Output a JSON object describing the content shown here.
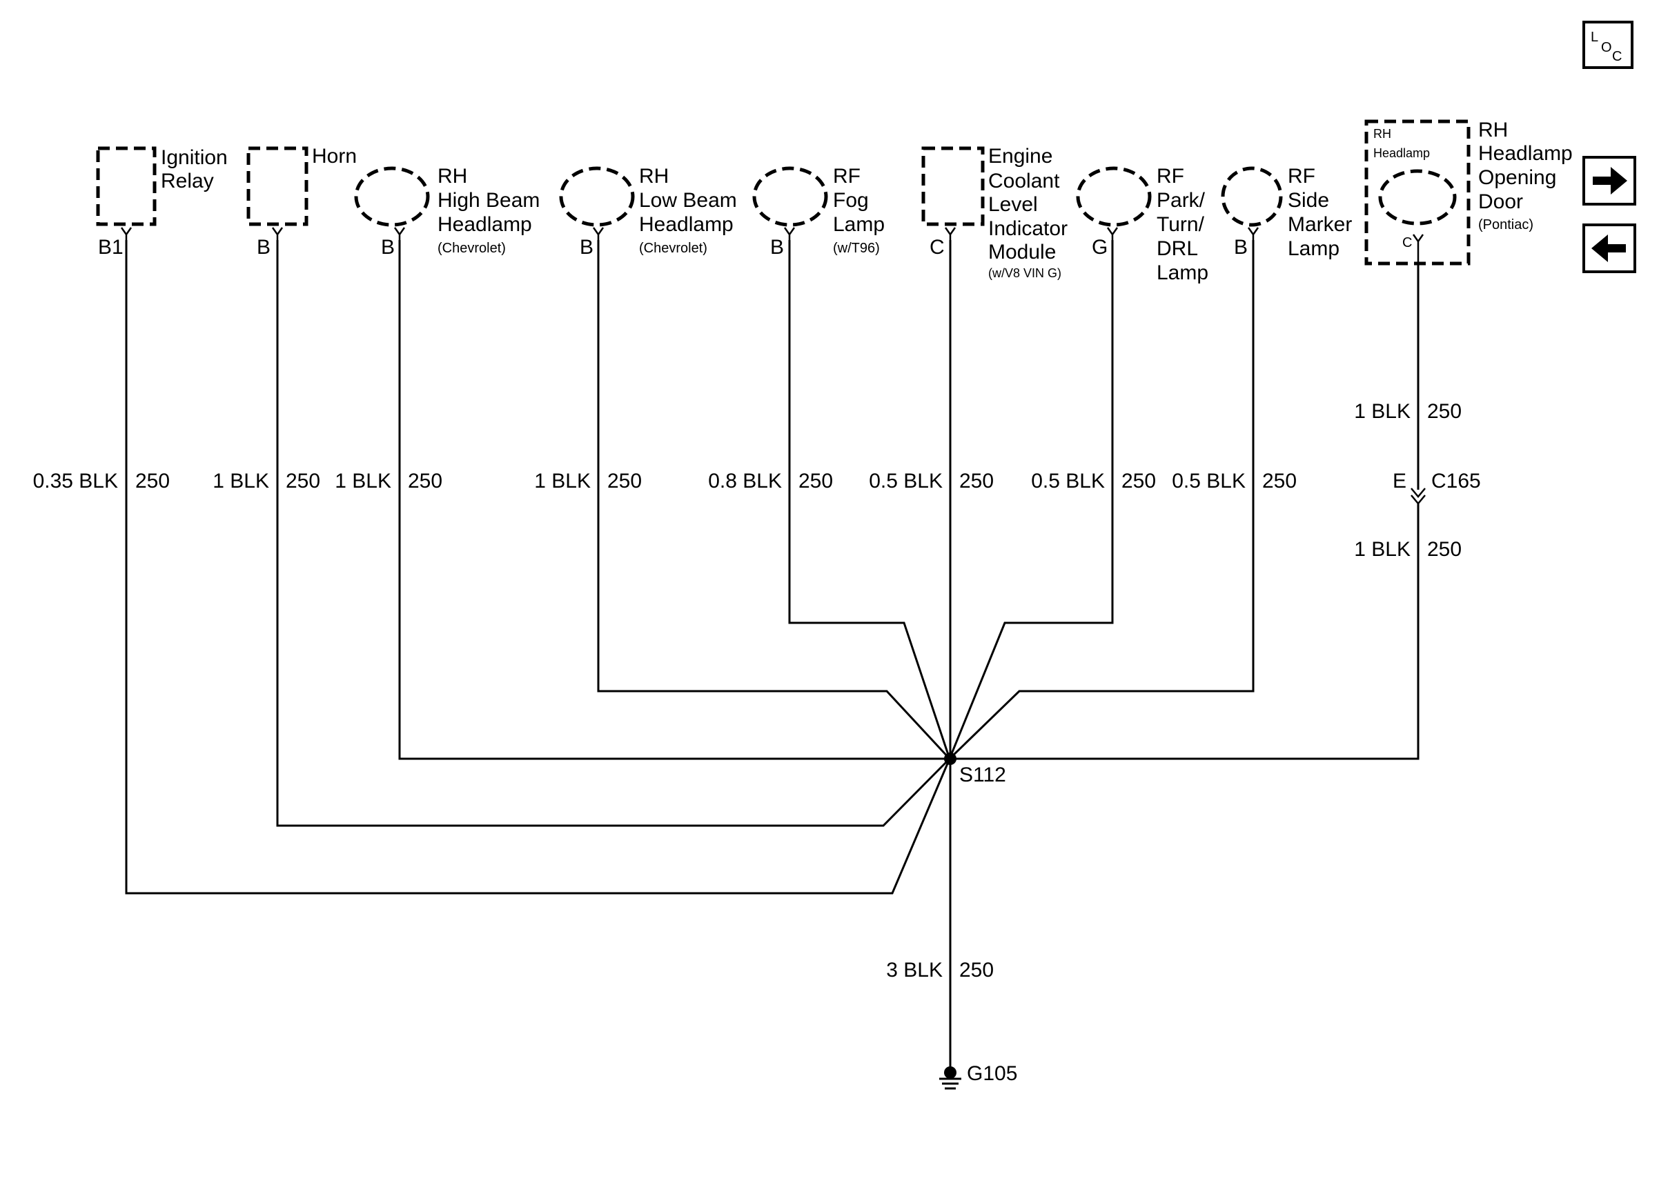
{
  "components": {
    "ignition_relay": {
      "name_l1": "Ignition",
      "name_l2": "Relay",
      "pin": "B1"
    },
    "horn": {
      "name": "Horn",
      "pin": "B"
    },
    "rh_high_beam": {
      "name_l1": "RH",
      "name_l2": "High Beam",
      "name_l3": "Headlamp",
      "note": "(Chevrolet)",
      "pin": "B"
    },
    "rh_low_beam": {
      "name_l1": "RH",
      "name_l2": "Low Beam",
      "name_l3": "Headlamp",
      "note": "(Chevrolet)",
      "pin": "B"
    },
    "rf_fog": {
      "name_l1": "RF",
      "name_l2": "Fog",
      "name_l3": "Lamp",
      "note": "(w/T96)",
      "pin": "B"
    },
    "coolant_module": {
      "name_l1": "Engine",
      "name_l2": "Coolant",
      "name_l3": "Level",
      "name_l4": "Indicator",
      "name_l5": "Module",
      "note": "(w/V8 VIN G)",
      "pin": "C"
    },
    "rf_park": {
      "name_l1": "RF",
      "name_l2": "Park/",
      "name_l3": "Turn/",
      "name_l4": "DRL",
      "name_l5": "Lamp",
      "pin": "G"
    },
    "rf_side_marker": {
      "name_l1": "RF",
      "name_l2": "Side",
      "name_l3": "Marker",
      "name_l4": "Lamp",
      "pin": "B"
    },
    "rh_headlamp_door": {
      "inner_l1": "RH",
      "inner_l2": "Headlamp",
      "name_l1": "RH",
      "name_l2": "Headlamp",
      "name_l3": "Opening",
      "name_l4": "Door",
      "note": "(Pontiac)",
      "pin": "C"
    }
  },
  "wires": {
    "ignition_relay": {
      "gauge": "0.35 BLK",
      "circuit": "250"
    },
    "horn": {
      "gauge": "1 BLK",
      "circuit": "250"
    },
    "rh_high_beam": {
      "gauge": "1 BLK",
      "circuit": "250"
    },
    "rh_low_beam": {
      "gauge": "1 BLK",
      "circuit": "250"
    },
    "rf_fog": {
      "gauge": "0.8 BLK",
      "circuit": "250"
    },
    "coolant_module": {
      "gauge": "0.5 BLK",
      "circuit": "250"
    },
    "rf_park": {
      "gauge": "0.5 BLK",
      "circuit": "250"
    },
    "rf_side_marker": {
      "gauge": "0.5 BLK",
      "circuit": "250"
    },
    "door_upper": {
      "gauge": "1 BLK",
      "circuit": "250"
    },
    "door_lower": {
      "gauge": "1 BLK",
      "circuit": "250"
    },
    "ground": {
      "gauge": "3 BLK",
      "circuit": "250"
    }
  },
  "connector": {
    "pin": "E",
    "name": "C165"
  },
  "splice": {
    "name": "S112"
  },
  "ground": {
    "name": "G105"
  },
  "loc_icon": {
    "l": "L",
    "o": "O",
    "c": "C"
  }
}
